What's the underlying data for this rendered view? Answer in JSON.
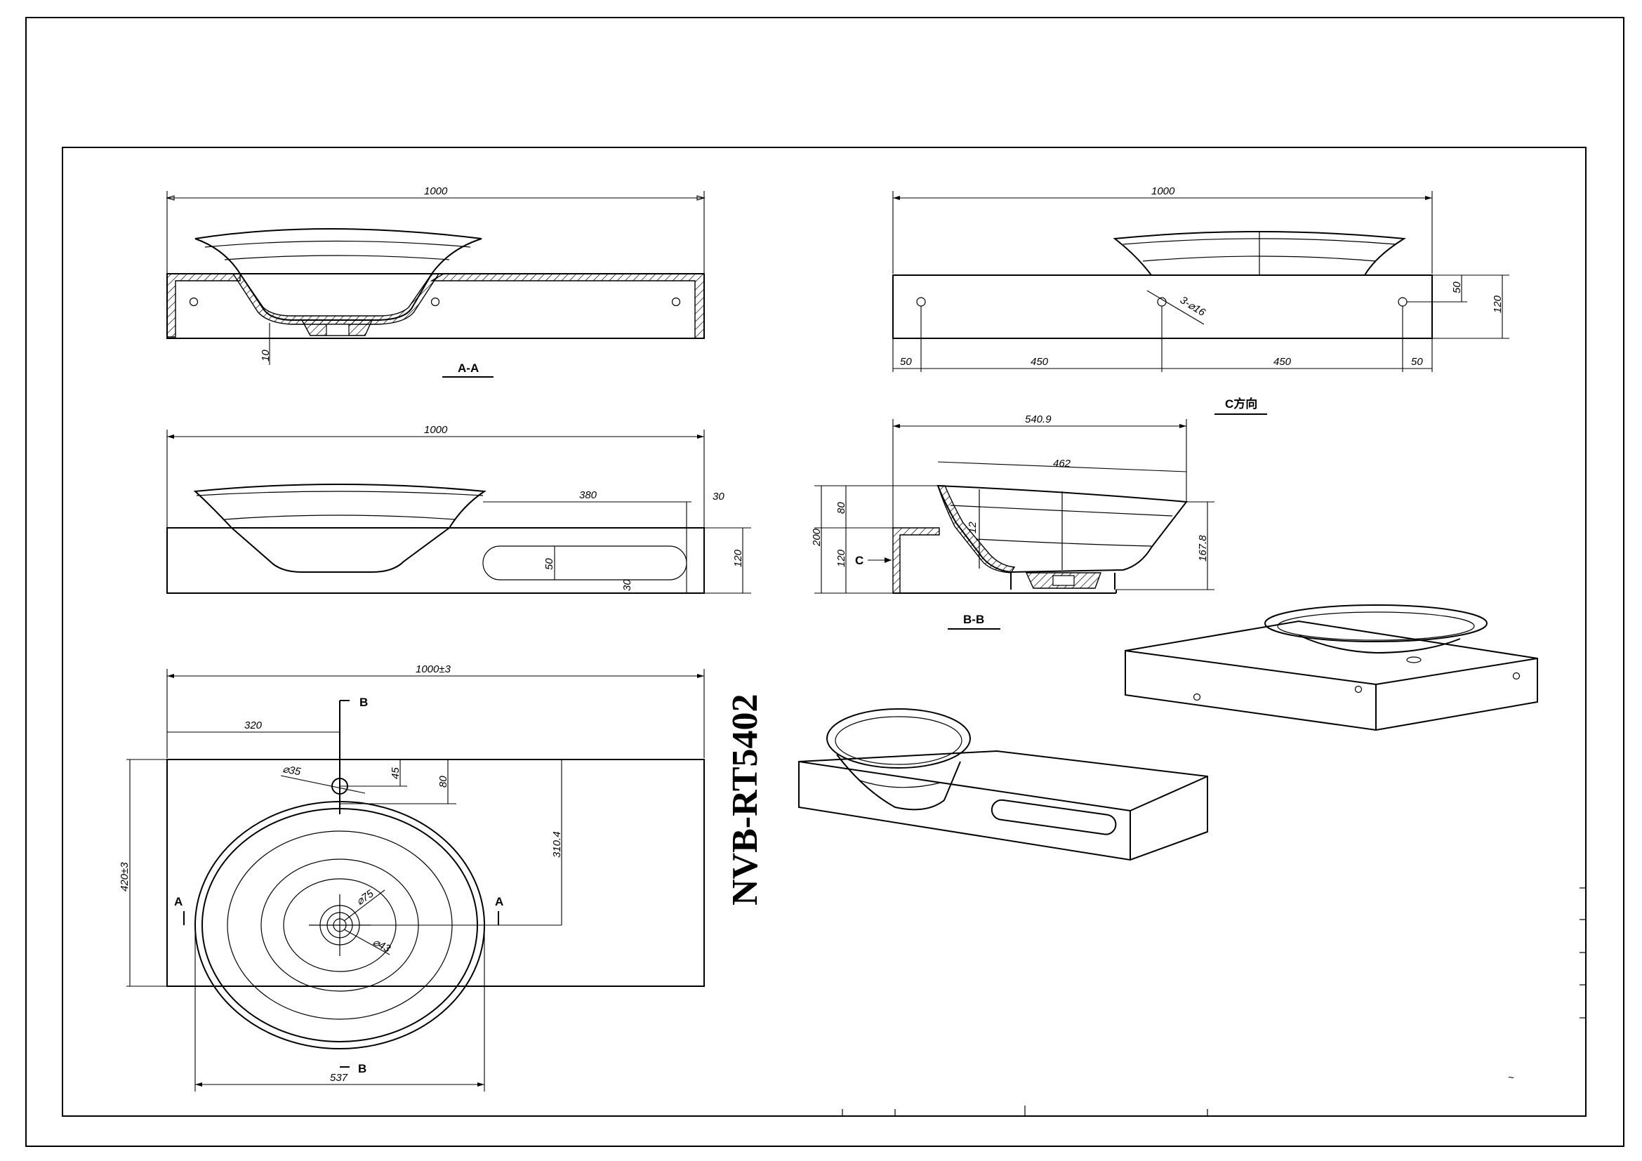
{
  "model": "NVB-RT5402",
  "section_aa": {
    "title": "A-A",
    "width": "1000",
    "depth": "10"
  },
  "view_c": {
    "title": "C方向",
    "width": "1000",
    "left_margin": "50",
    "span_left": "450",
    "span_right": "450",
    "right_margin": "50",
    "hole_spec": "3-⌀16",
    "hole_height": "50",
    "height": "120"
  },
  "front_view": {
    "width": "1000",
    "slot_length": "380",
    "slot_top": "30",
    "slot_height": "50",
    "slot_bottom": "30",
    "height": "120"
  },
  "section_bb": {
    "title": "B-B",
    "top_width": "540.9",
    "rim_width": "462",
    "bowl_top": "80",
    "total_height": "200",
    "panel_height": "120",
    "bowl_height": "167.8",
    "view_marker": "C",
    "wall": "12"
  },
  "plan_view": {
    "width": "1000±3",
    "offset_x": "320",
    "faucet_dia": "⌀35",
    "faucet_y": "45",
    "faucet_depth": "80",
    "depth": "420±3",
    "center_depth": "310.4",
    "drain_outer": "⌀75",
    "drain_inner": "⌀43",
    "bowl_width": "537",
    "section_mark_a": "A",
    "section_mark_b": "B"
  }
}
